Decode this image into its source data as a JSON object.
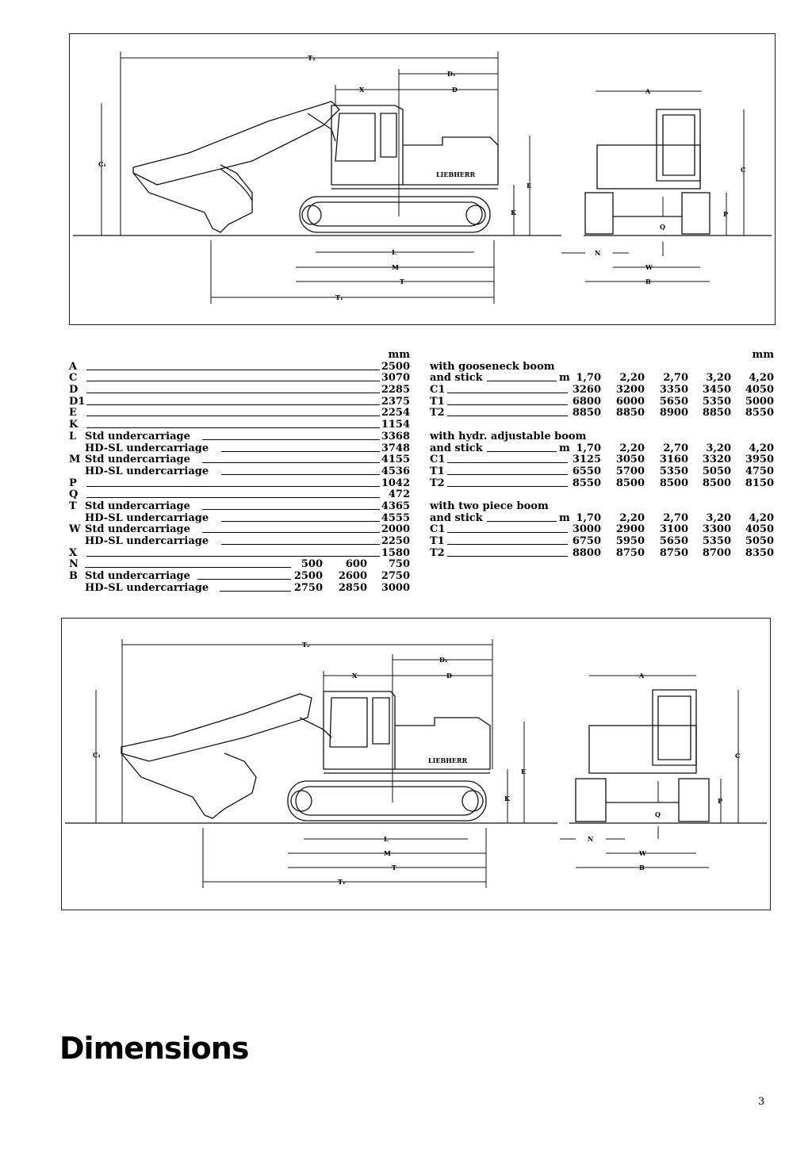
{
  "diagram_labels": {
    "T2": "T₂",
    "D1": "D₁",
    "X": "X",
    "D": "D",
    "C1": "C₁",
    "E": "E",
    "K": "K",
    "L": "L",
    "M": "M",
    "T": "T",
    "T1": "T₁",
    "A": "A",
    "C": "C",
    "P": "P",
    "Q": "Q",
    "N": "N",
    "W": "W",
    "B": "B",
    "brand": "LIEBHERR"
  },
  "left_table": {
    "unit": "mm",
    "rows": [
      {
        "key": "A",
        "label": "",
        "value": "2500"
      },
      {
        "key": "C",
        "label": "",
        "value": "3070"
      },
      {
        "key": "D",
        "label": "",
        "value": "2285"
      },
      {
        "key": "D1",
        "label": "",
        "value": "2375"
      },
      {
        "key": "E",
        "label": "",
        "value": "2254"
      },
      {
        "key": "K",
        "label": "",
        "value": "1154"
      },
      {
        "key": "L",
        "label": "Std undercarriage",
        "value": "3368"
      },
      {
        "key": "",
        "label": "HD-SL undercarriage",
        "value": "3748"
      },
      {
        "key": "M",
        "label": "Std undercarriage",
        "value": "4155"
      },
      {
        "key": "",
        "label": "HD-SL undercarriage",
        "value": "4536"
      },
      {
        "key": "P",
        "label": "",
        "value": "1042"
      },
      {
        "key": "Q",
        "label": "",
        "value": "472"
      },
      {
        "key": "T",
        "label": "Std undercarriage",
        "value": "4365"
      },
      {
        "key": "",
        "label": "HD-SL undercarriage",
        "value": "4555"
      },
      {
        "key": "W",
        "label": "Std undercarriage",
        "value": "2000"
      },
      {
        "key": "",
        "label": "HD-SL undercarriage",
        "value": "2250"
      },
      {
        "key": "X",
        "label": "",
        "value": "1580"
      }
    ],
    "n_row": {
      "key": "N",
      "values": [
        "500",
        "600",
        "750"
      ]
    },
    "b_rows": [
      {
        "key": "B",
        "label": "Std undercarriage",
        "values": [
          "2500",
          "2600",
          "2750"
        ]
      },
      {
        "key": "",
        "label": "HD-SL undercarriage",
        "values": [
          "2750",
          "2850",
          "3000"
        ]
      }
    ]
  },
  "right_table": {
    "unit": "mm",
    "stick_unit": "m",
    "groups": [
      {
        "title": "with gooseneck boom",
        "stick_label": "and stick",
        "sticks": [
          "1,70",
          "2,20",
          "2,70",
          "3,20",
          "4,20"
        ],
        "rows": [
          {
            "key": "C1",
            "values": [
              "3260",
              "3200",
              "3350",
              "3450",
              "4050"
            ]
          },
          {
            "key": "T1",
            "values": [
              "6800",
              "6000",
              "5650",
              "5350",
              "5000"
            ]
          },
          {
            "key": "T2",
            "values": [
              "8850",
              "8850",
              "8900",
              "8850",
              "8550"
            ]
          }
        ]
      },
      {
        "title": "with hydr. adjustable boom",
        "stick_label": "and stick",
        "sticks": [
          "1,70",
          "2,20",
          "2,70",
          "3,20",
          "4,20"
        ],
        "rows": [
          {
            "key": "C1",
            "values": [
              "3125",
              "3050",
              "3160",
              "3320",
              "3950"
            ]
          },
          {
            "key": "T1",
            "values": [
              "6550",
              "5700",
              "5350",
              "5050",
              "4750"
            ]
          },
          {
            "key": "T2",
            "values": [
              "8550",
              "8500",
              "8500",
              "8500",
              "8150"
            ]
          }
        ]
      },
      {
        "title": "with two piece boom",
        "stick_label": "and stick",
        "sticks": [
          "1,70",
          "2,20",
          "2,70",
          "3,20",
          "4,20"
        ],
        "rows": [
          {
            "key": "C1",
            "values": [
              "3000",
              "2900",
              "3100",
              "3300",
              "4050"
            ]
          },
          {
            "key": "T1",
            "values": [
              "6750",
              "5950",
              "5650",
              "5350",
              "5050"
            ]
          },
          {
            "key": "T2",
            "values": [
              "8800",
              "8750",
              "8750",
              "8700",
              "8350"
            ]
          }
        ]
      }
    ]
  },
  "footer": {
    "title": "Dimensions",
    "page_number": "3"
  }
}
